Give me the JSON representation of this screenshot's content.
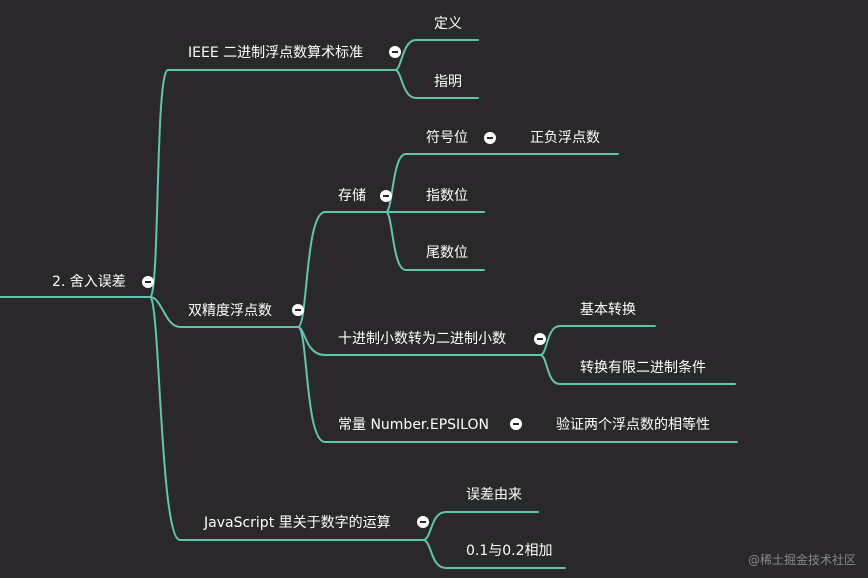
{
  "colors": {
    "background": "#2b282b",
    "line": "#5fc4b0",
    "text": "#ffffff",
    "watermark": "#8a8790"
  },
  "nodes": {
    "root": "2. 舍入误差",
    "ieee": "IEEE 二进制浮点数算术标准",
    "definition": "定义",
    "specify": "指明",
    "double": "双精度浮点数",
    "storage": "存储",
    "sign_bit": "符号位",
    "pos_neg": "正负浮点数",
    "exponent": "指数位",
    "mantissa": "尾数位",
    "dec_to_bin": "十进制小数转为二进制小数",
    "basic_convert": "基本转换",
    "finite_condition": "转换有限二进制条件",
    "epsilon": "常量 Number.EPSILON",
    "verify_equal": "验证两个浮点数的相等性",
    "js_ops": "JavaScript 里关于数字的运算",
    "error_origin": "误差由来",
    "add_example": "0.1与0.2相加"
  },
  "toggle_icon": "collapse-minus-icon",
  "watermark": "@稀土掘金技术社区"
}
